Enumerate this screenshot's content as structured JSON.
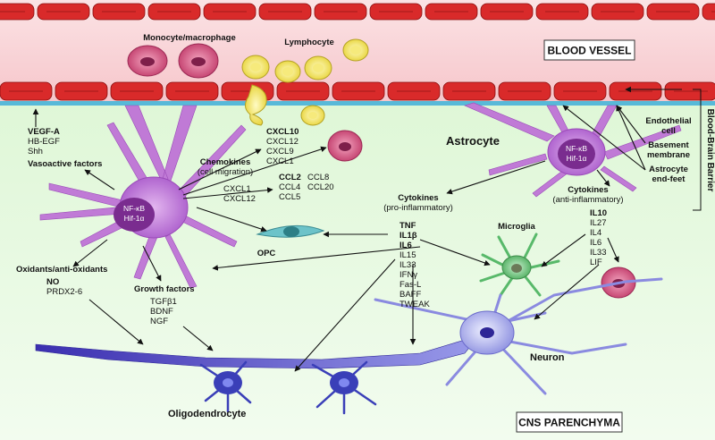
{
  "colors": {
    "vessel_band": "#f8d3d6",
    "parenchyma": "#eafbe4",
    "basement_membrane": "#58b9d8",
    "red_cell": "#d92a2a",
    "astrocyte": "#c07ad6",
    "astrocyte_nucleus": "#7a2c8f",
    "oligodendrocyte": "#3a3fb8",
    "neuron": "#8a8ae0",
    "microglia": "#58b96a",
    "lymphocyte": "#f2e25a",
    "monocyte": "#c9507a",
    "opc": "#6cc3c9"
  },
  "regions": {
    "blood_vessel": "BLOOD VESSEL",
    "cns_parenchyma": "CNS PARENCHYMA",
    "bbb": "Blood-Brain Barrier"
  },
  "cells": {
    "monocyte": "Monocyte/macrophage",
    "lymphocyte": "Lymphocyte",
    "astrocyte": "Astrocyte",
    "microglia": "Microglia",
    "opc": "OPC",
    "oligodendrocyte": "Oligodendrocyte",
    "neuron": "Neuron",
    "nucleus_line1": "NF-κB",
    "nucleus_line2": "Hif-1α"
  },
  "bbb_labels": {
    "endothelial": [
      "Endothelial",
      "cell"
    ],
    "basement": [
      "Basement",
      "membrane"
    ],
    "endfeet": [
      "Astrocyte",
      "end-feet"
    ]
  },
  "vasoactive": {
    "items": [
      "VEGF-A",
      "HB-EGF",
      "Shh"
    ],
    "title": "Vasoactive factors"
  },
  "chemokines": {
    "title": "Chemokines",
    "subtitle": "(cell migration)",
    "group1": [
      "CXCL10",
      "CXCL12",
      "CXCL9",
      "CXCL1"
    ],
    "group2_a": [
      "CCL2",
      "CCL4",
      "CCL5"
    ],
    "group2_b": [
      "CCL8",
      "CCL20"
    ],
    "opc_group": [
      "CXCL1",
      "CXCL12"
    ]
  },
  "cytokines_pro": {
    "title": "Cytokines",
    "subtitle": "(pro-inflammatory)",
    "items": [
      "TNF",
      "IL1β",
      "IL6",
      "IL15",
      "IL33",
      "IFNγ",
      "Fas-L",
      "BAFF",
      "TWEAK"
    ]
  },
  "cytokines_anti": {
    "title": "Cytokines",
    "subtitle": "(anti-inflammatory)",
    "items": [
      "IL10",
      "IL27",
      "IL4",
      "IL6",
      "IL33",
      "LIF"
    ]
  },
  "oxidants": {
    "title": "Oxidants/anti-oxidants",
    "items": [
      "NO",
      "PRDX2-6"
    ]
  },
  "growth": {
    "title": "Growth factors",
    "items": [
      "TGFβ1",
      "BDNF",
      "NGF"
    ]
  }
}
